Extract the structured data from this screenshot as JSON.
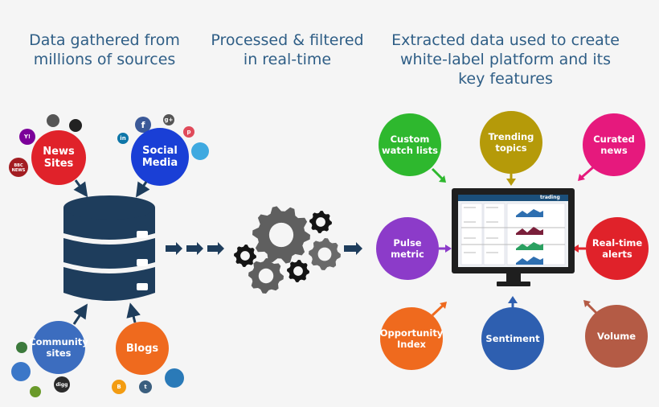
{
  "headings": {
    "sources": [
      "Data gathered from",
      "millions of sources"
    ],
    "processing": [
      "Processed & filtered",
      "in real-time"
    ],
    "extracted": [
      "Extracted data used to create",
      "white-label platform and its",
      "key features"
    ]
  },
  "sources": {
    "news": [
      "News",
      "Sites"
    ],
    "social": [
      "Social",
      "Media"
    ],
    "community": [
      "Community",
      "sites"
    ],
    "blogs": [
      "Blogs"
    ]
  },
  "features": {
    "custom_watch_lists": [
      "Custom",
      "watch lists"
    ],
    "trending_topics": [
      "Trending",
      "topics"
    ],
    "curated_news": [
      "Curated",
      "news"
    ],
    "pulse_metric": [
      "Pulse",
      "metric"
    ],
    "real_time_alerts": [
      "Real-time",
      "alerts"
    ],
    "opportunity_index": [
      "Opportunity",
      "Index"
    ],
    "sentiment": [
      "Sentiment"
    ],
    "volume": [
      "Volume"
    ]
  },
  "monitor": {
    "brand": "trading"
  },
  "icons": {
    "bbc": "BBC NEWS",
    "yahoo": "Y!",
    "digg": "digg",
    "blogger": "B",
    "tumblr": "t",
    "facebook": "f",
    "googleplus": "g+",
    "pinterest": "p",
    "linkedin": "in"
  },
  "colors": {
    "heading": "#2f5e86",
    "database": "#1e3d5c",
    "arrow": "#1e3d5c",
    "gears": "#5a5a5a",
    "red": "#e0222a",
    "blue": "#1a3fd6",
    "purple": "#8c3bc9",
    "green": "#2eb82e",
    "gold": "#b59a09",
    "pink": "#e6197d",
    "orange": "#ef6a1e",
    "steel": "#3c6dbf",
    "brown": "#b45b45"
  }
}
